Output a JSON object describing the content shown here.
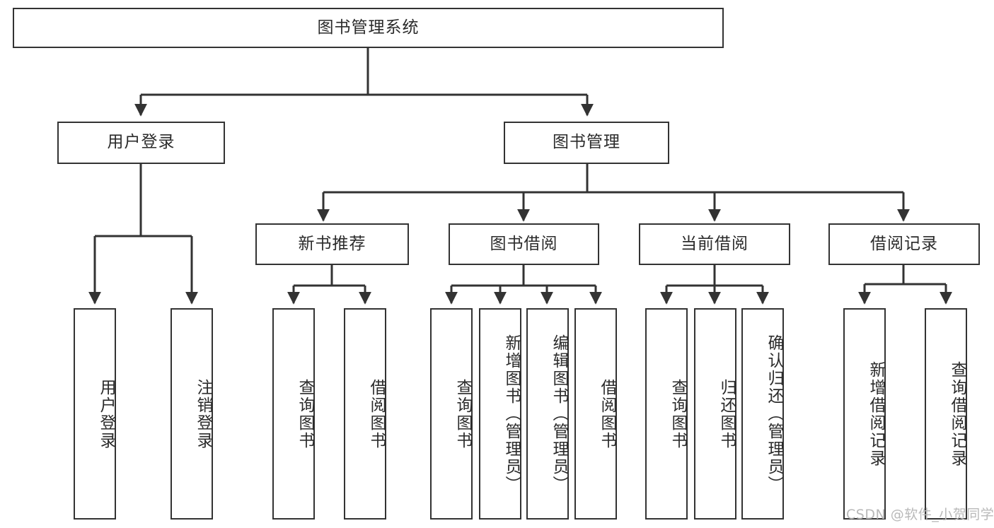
{
  "diagram": {
    "title": "图书管理系统",
    "root": {
      "label": "图书管理系统"
    },
    "level2": [
      {
        "label": "用户登录"
      },
      {
        "label": "图书管理"
      }
    ],
    "level3": [
      {
        "label": "新书推荐"
      },
      {
        "label": "图书借阅"
      },
      {
        "label": "当前借阅"
      },
      {
        "label": "借阅记录"
      }
    ],
    "leaves": {
      "user_login": [
        {
          "label": "用户登录"
        },
        {
          "label": "注销登录"
        }
      ],
      "new_book_recommend": [
        {
          "label": "查询图书"
        },
        {
          "label": "借阅图书"
        }
      ],
      "book_borrow": [
        {
          "label": "查询图书"
        },
        {
          "label": "新增图书（管理员）"
        },
        {
          "label": "编辑图书（管理员）"
        },
        {
          "label": "借阅图书"
        }
      ],
      "current_borrow": [
        {
          "label": "查询图书"
        },
        {
          "label": "归还图书"
        },
        {
          "label": "确认归还（管理员）"
        }
      ],
      "borrow_record": [
        {
          "label": "新增借阅记录"
        },
        {
          "label": "查询借阅记录"
        }
      ]
    }
  },
  "watermark": {
    "text": "CSDN @软件_小贺同学"
  },
  "colors": {
    "stroke": "#333333",
    "fill": "#ffffff",
    "text": "#2b2b2b",
    "watermark": "#b9b9b9"
  }
}
